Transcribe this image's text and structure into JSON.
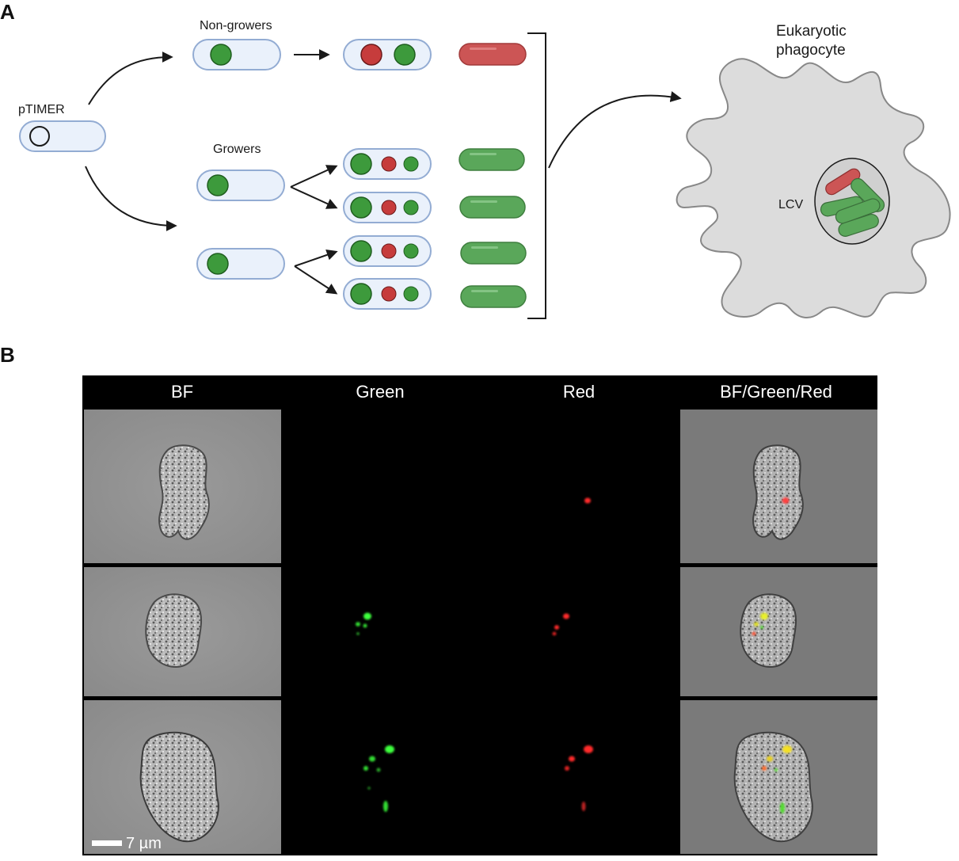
{
  "panel_a": {
    "letter": "A",
    "labels": {
      "ptimer": "pTIMER",
      "non_growers": "Non-growers",
      "growers": "Growers",
      "phagocyte_line1": "Eukaryotic",
      "phagocyte_line2": "phagocyte",
      "lcv": "LCV"
    },
    "colors": {
      "cell_fill": "#eaf1fb",
      "cell_stroke": "#93acd3",
      "green": "#3d9a3c",
      "red": "#c63c3c",
      "rod_green": "#5aa75a",
      "rod_red": "#cc5555",
      "phagocyte": "#dcdcdc"
    }
  },
  "panel_b": {
    "letter": "B",
    "channels": [
      "BF",
      "Green",
      "Red",
      "BF/Green/Red"
    ],
    "scale_bar": "7 µm"
  }
}
